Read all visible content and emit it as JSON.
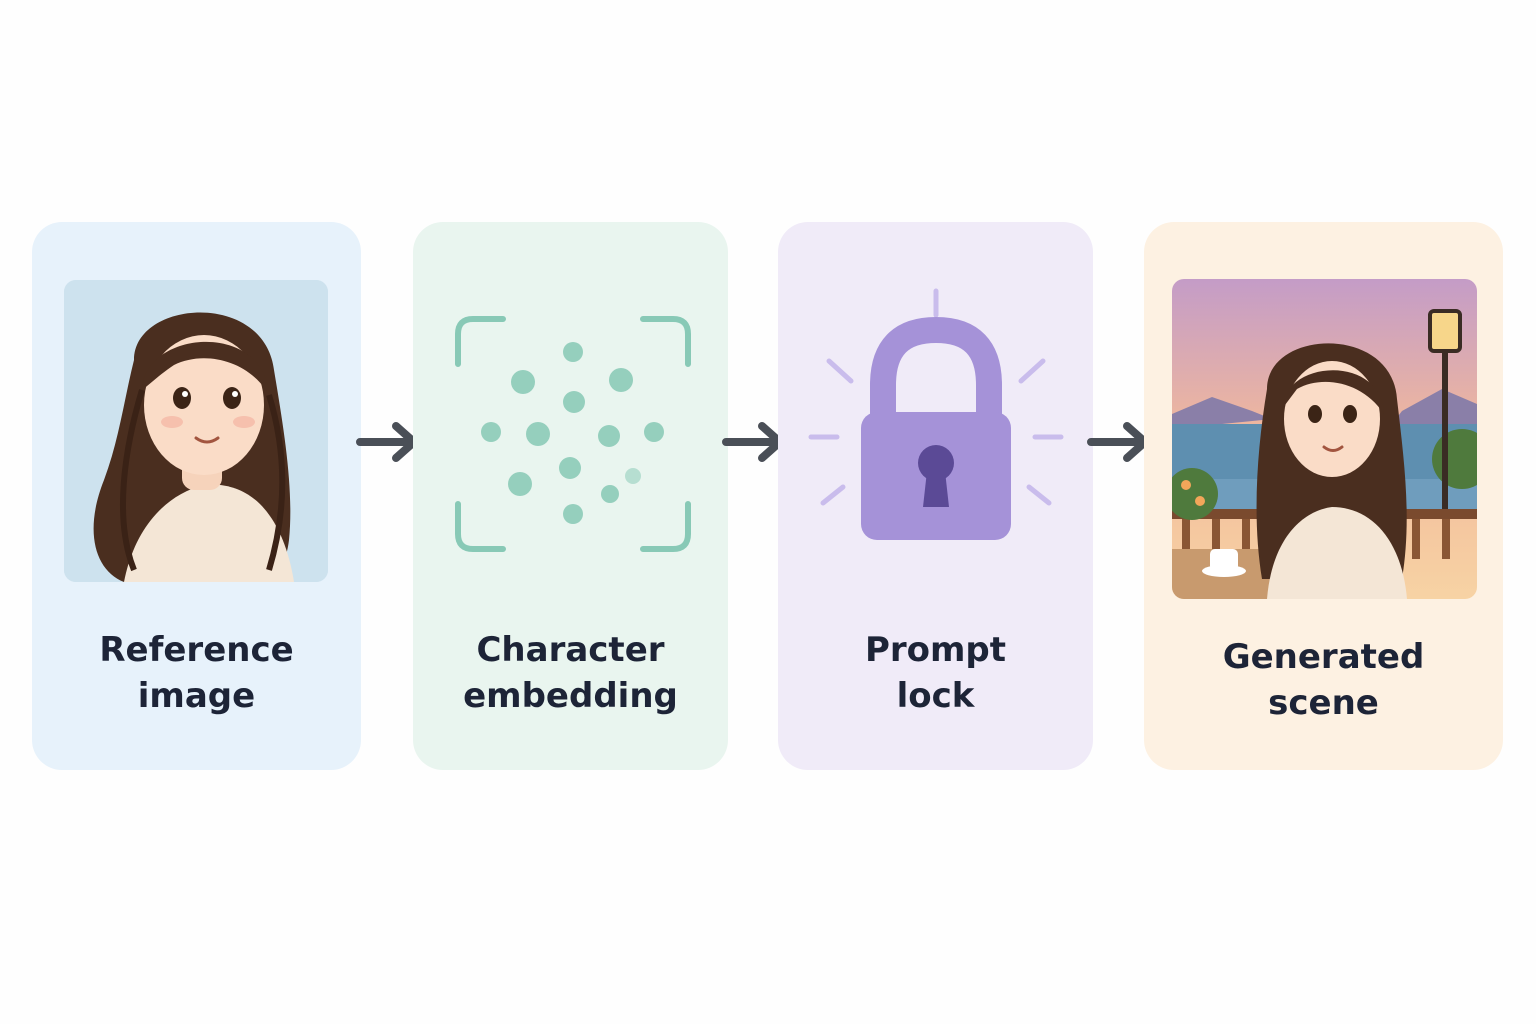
{
  "steps": [
    {
      "label": "Reference\nimage",
      "icon": "portrait-icon",
      "color": "#e7f2fb"
    },
    {
      "label": "Character\nembedding",
      "icon": "scan-dots-icon",
      "color": "#e9f5ef"
    },
    {
      "label": "Prompt\nlock",
      "icon": "lock-icon",
      "color": "#f0ebf8"
    },
    {
      "label": "Generated\nscene",
      "icon": "scene-icon",
      "color": "#fdf1e2"
    }
  ],
  "arrow_color": "#4a4f57",
  "accent_colors": {
    "embedding": "#88c9b6",
    "lock": "#a592d8"
  }
}
